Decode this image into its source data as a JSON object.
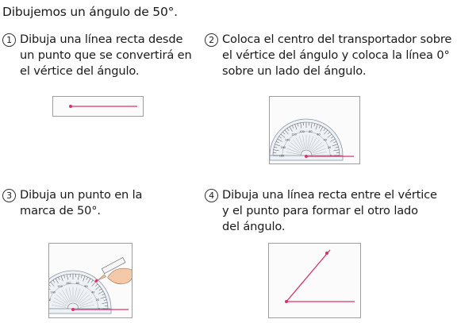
{
  "title": "Dibujemos un ángulo de 50°.",
  "colors": {
    "accent": "#d6336c",
    "protractor": "#eef2f6",
    "frame": "#9e9e9e"
  },
  "steps": [
    {
      "number": "1",
      "lines": [
        "Dibuja una línea recta desde",
        "un punto que se convertirá en",
        "el vértice del ángulo."
      ]
    },
    {
      "number": "2",
      "lines": [
        "Coloca el centro del transportador sobre",
        "el vértice del ángulo y coloca la línea 0°",
        "sobre un lado del ángulo."
      ]
    },
    {
      "number": "3",
      "lines": [
        "Dibuja un punto en la",
        "marca de 50°."
      ]
    },
    {
      "number": "4",
      "lines": [
        "Dibuja una línea recta entre el vértice",
        "y el punto para formar el otro lado",
        "del ángulo."
      ]
    }
  ],
  "figures": {
    "protractor_scale_labels": [
      "0",
      "10",
      "20",
      "30",
      "40",
      "50",
      "60",
      "70",
      "80",
      "90",
      "100",
      "110",
      "120",
      "130",
      "140",
      "150",
      "160",
      "170",
      "180"
    ]
  }
}
